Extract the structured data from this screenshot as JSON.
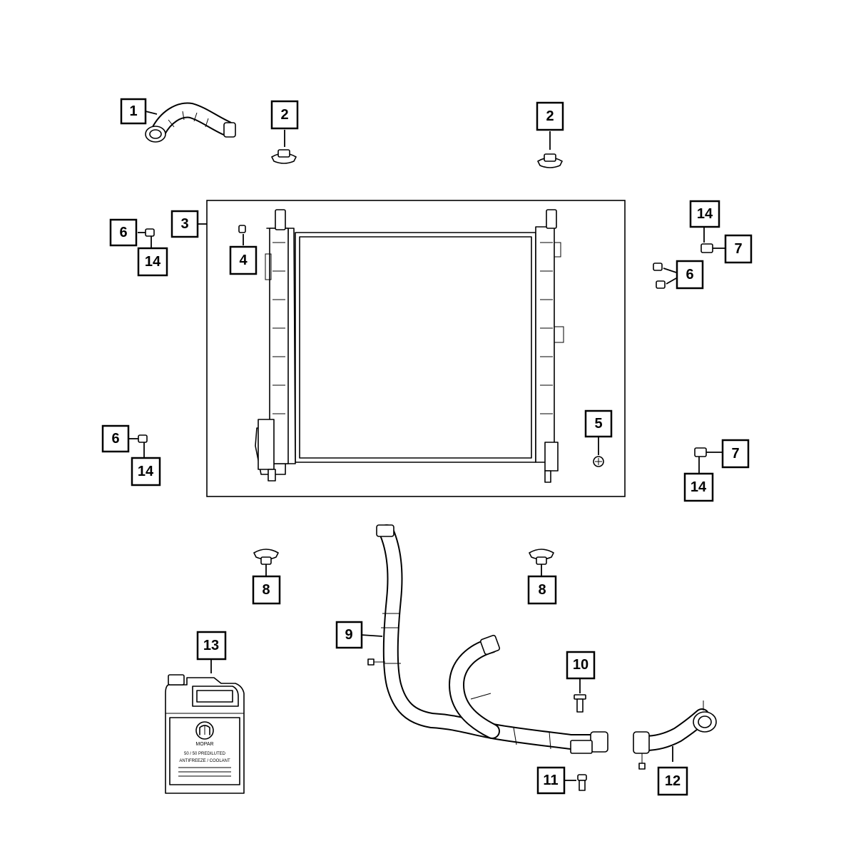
{
  "callouts": {
    "c1": "1",
    "c2a": "2",
    "c2b": "2",
    "c3": "3",
    "c4": "4",
    "c5": "5",
    "c6a": "6",
    "c6b": "6",
    "c6c": "6",
    "c7a": "7",
    "c7b": "7",
    "c8a": "8",
    "c8b": "8",
    "c9": "9",
    "c10": "10",
    "c11": "11",
    "c12": "12",
    "c13": "13",
    "c14a": "14",
    "c14b": "14",
    "c14c": "14",
    "c14d": "14"
  },
  "container_label": {
    "brand": "MOPAR",
    "line1": "50 / 50 PREDILUTED",
    "line2": "ANTIFREEZE / COOLANT"
  }
}
